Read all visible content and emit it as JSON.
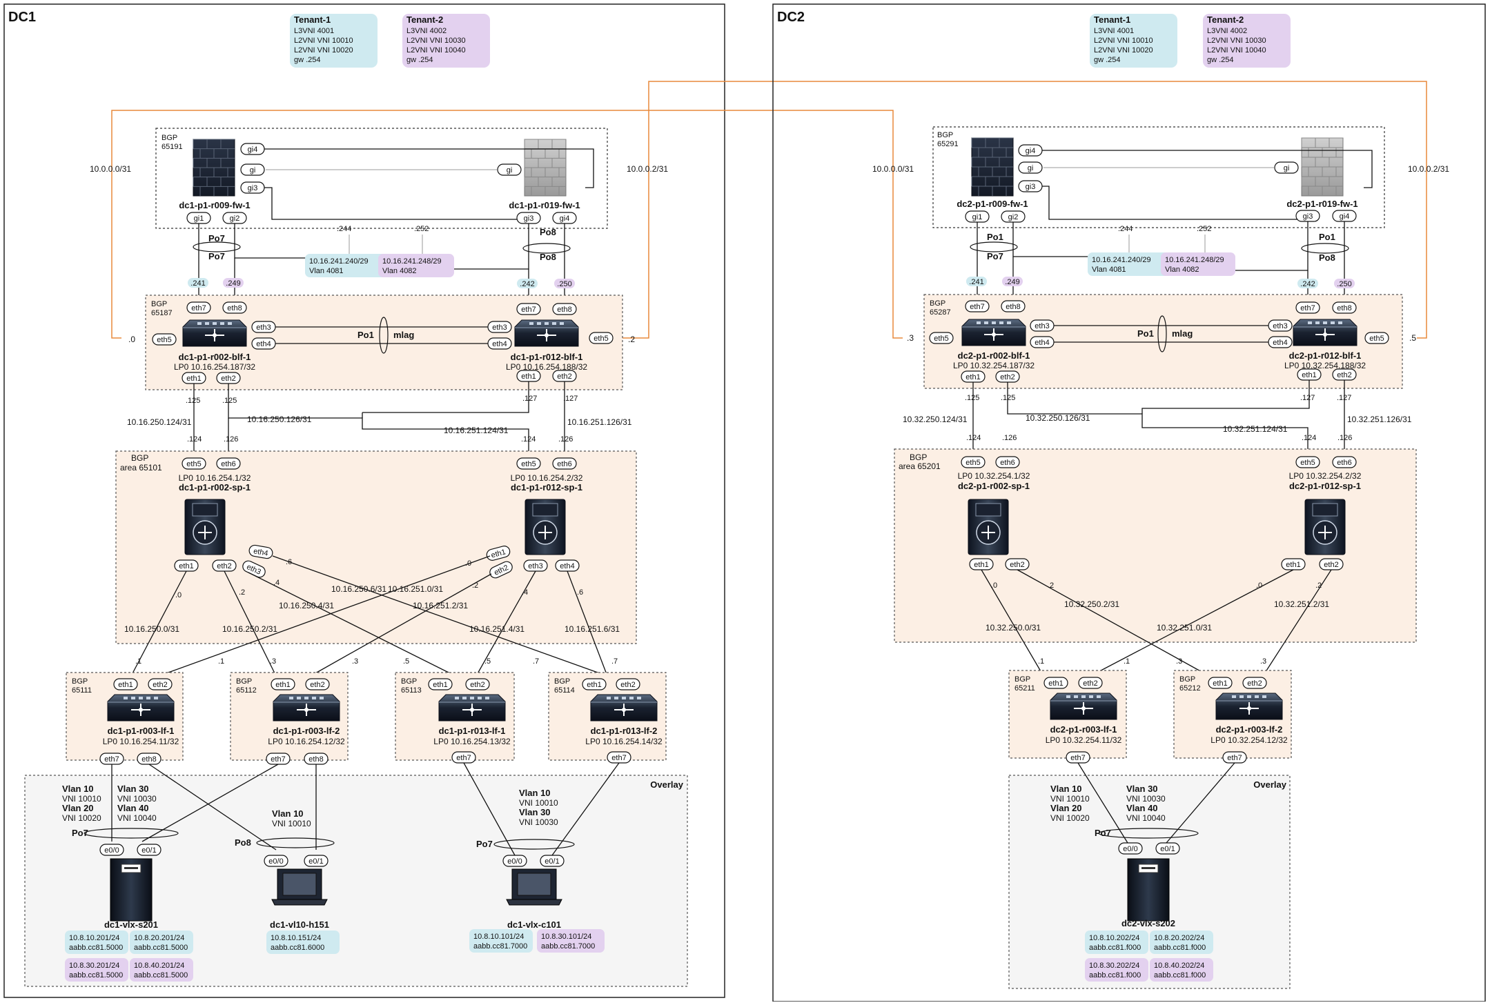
{
  "dc1": {
    "title": "DC1",
    "tenants": [
      {
        "name": "Tenant-1",
        "lines": [
          "L3VNI 4001",
          "L2VNI VNI 10010",
          "L2VNI VNI 10020",
          "gw .254"
        ]
      },
      {
        "name": "Tenant-2",
        "lines": [
          "L3VNI 4002",
          "L2VNI VNI 10030",
          "L2VNI VNI 10040",
          "gw .254"
        ]
      }
    ],
    "fw_bgp": "BGP",
    "fw_asn": "65191",
    "fw1": {
      "name": "dc1-p1-r009-fw-1",
      "ports": [
        "gi4",
        "gi",
        "gi3",
        "gi1",
        "gi2"
      ]
    },
    "fw2": {
      "name": "dc1-p1-r019-fw-1",
      "ports": [
        "gi",
        "gi3",
        "gi4"
      ]
    },
    "po_left": "Po7",
    "po_left2": "Po7",
    "po_right": "Po8",
    "po_right2": "Po8",
    "vip1": ".244",
    "vip2": ".252",
    "subnet1": "10.16.241.240/29",
    "vlan1": "Vlan 4081",
    "subnet2": "10.16.241.248/29",
    "vlan2": "Vlan 4082",
    "ip241": ".241",
    "ip249": ".249",
    "ip242": ".242",
    "ip250": ".250",
    "wan_left": "10.0.0.0/31",
    "wan_right": "10.0.0.2/31",
    "blf_bgp": "BGP",
    "blf_asn": "65187",
    "blf1": {
      "name": "dc1-p1-r002-blf-1",
      "lp": "LP0 10.16.254.187/32",
      "ip": ".0"
    },
    "blf2": {
      "name": "dc1-p1-r012-blf-1",
      "lp": "LP0 10.16.254.188/32",
      "ip": ".2"
    },
    "mlag_po": "Po1",
    "mlag": "mlag",
    "blf_links": [
      ".125",
      ".125",
      ".127",
      ".127"
    ],
    "blf_subnets": [
      "10.16.250.124/31",
      "10.16.250.126/31",
      "10.16.251.124/31",
      "10.16.251.126/31"
    ],
    "sp_ips": [
      ".124",
      ".126",
      ".124",
      ".126"
    ],
    "sp_bgp": "BGP",
    "sp_area": "area 65101",
    "sp1": {
      "name": "dc1-p1-r002-sp-1",
      "lp": "LP0 10.16.254.1/32"
    },
    "sp2": {
      "name": "dc1-p1-r012-sp-1",
      "lp": "LP0 10.16.254.2/32"
    },
    "fabric_ips": [
      ".0",
      ".2",
      ".6",
      ".4",
      ".0",
      ".2",
      ".4",
      ".6"
    ],
    "fabric_subnets": [
      "10.16.250.0/31",
      "10.16.250.2/31",
      "10.16.250.6/31",
      "10.16.250.4/31",
      "10.16.251.0/31",
      "10.16.251.2/31",
      "10.16.251.4/31",
      "10.16.251.6/31"
    ],
    "leaf_ips": [
      ".1",
      ".1",
      ".3",
      ".3",
      ".5",
      ".5",
      ".7",
      ".7"
    ],
    "leaves": [
      {
        "bgp": "BGP",
        "asn": "65111",
        "name": "dc1-p1-r003-lf-1",
        "lp": "LP0 10.16.254.11/32"
      },
      {
        "bgp": "BGP",
        "asn": "65112",
        "name": "dc1-p1-r003-lf-2",
        "lp": "LP0 10.16.254.12/32"
      },
      {
        "bgp": "BGP",
        "asn": "65113",
        "name": "dc1-p1-r013-lf-1",
        "lp": "LP0 10.16.254.13/32"
      },
      {
        "bgp": "BGP",
        "asn": "65114",
        "name": "dc1-p1-r013-lf-2",
        "lp": "LP0 10.16.254.14/32"
      }
    ],
    "overlay": "Overlay",
    "host1": {
      "name": "dc1-vlx-s201",
      "po": "Po7",
      "vlans_l": [
        "Vlan 10",
        "VNI 10010",
        "Vlan 20",
        "VNI 10020"
      ],
      "vlans_r": [
        "Vlan 30",
        "VNI 10030",
        "Vlan 40",
        "VNI 10040"
      ],
      "addr": [
        [
          "10.8.10.201/24",
          "aabb.cc81.5000"
        ],
        [
          "10.8.20.201/24",
          "aabb.cc81.5000"
        ],
        [
          "10.8.30.201/24",
          "aabb.cc81.5000"
        ],
        [
          "10.8.40.201/24",
          "aabb.cc81.5000"
        ]
      ]
    },
    "host2": {
      "name": "dc1-vl10-h151",
      "po": "Po8",
      "vlans": [
        "Vlan 10",
        "VNI 10010"
      ],
      "addr": [
        [
          "10.8.10.151/24",
          "aabb.cc81.6000"
        ]
      ]
    },
    "host3": {
      "name": "dc1-vlx-c101",
      "po": "Po7",
      "vlans": [
        "Vlan 10",
        "VNI 10010",
        "Vlan 30",
        "VNI 10030"
      ],
      "addr": [
        [
          "10.8.10.101/24",
          "aabb.cc81.7000"
        ],
        [
          "10.8.30.101/24",
          "aabb.cc81.7000"
        ]
      ]
    }
  },
  "dc2": {
    "title": "DC2",
    "tenants": [
      {
        "name": "Tenant-1",
        "lines": [
          "L3VNI 4001",
          "L2VNI VNI 10010",
          "L2VNI VNI 10020",
          "gw .254"
        ]
      },
      {
        "name": "Tenant-2",
        "lines": [
          "L3VNI 4002",
          "L2VNI VNI 10030",
          "L2VNI VNI 10040",
          "gw .254"
        ]
      }
    ],
    "fw_bgp": "BGP",
    "fw_asn": "65291",
    "fw1": {
      "name": "dc2-p1-r009-fw-1",
      "ports": [
        "gi4",
        "gi",
        "gi3",
        "gi1",
        "gi2"
      ]
    },
    "fw2": {
      "name": "dc2-p1-r019-fw-1",
      "ports": [
        "gi",
        "gi3",
        "gi4"
      ]
    },
    "po_left": "Po1",
    "po_left2": "Po7",
    "po_right": "Po1",
    "po_right2": "Po8",
    "vip1": ".244",
    "vip2": ".252",
    "subnet1": "10.16.241.240/29",
    "vlan1": "Vlan 4081",
    "subnet2": "10.16.241.248/29",
    "vlan2": "Vlan 4082",
    "ip241": ".241",
    "ip249": ".249",
    "ip242": ".242",
    "ip250": ".250",
    "wan_left": "10.0.0.0/31",
    "wan_right": "10.0.0.2/31",
    "blf_bgp": "BGP",
    "blf_asn": "65287",
    "blf1": {
      "name": "dc2-p1-r002-blf-1",
      "lp": "LP0 10.32.254.187/32",
      "ip": ".3"
    },
    "blf2": {
      "name": "dc2-p1-r012-blf-1",
      "lp": "LP0 10.32.254.188/32",
      "ip": ".5"
    },
    "mlag_po": "Po1",
    "mlag": "mlag",
    "blf_links": [
      ".125",
      ".125",
      ".127",
      ".127"
    ],
    "blf_subnets": [
      "10.32.250.124/31",
      "10.32.250.126/31",
      "10.32.251.124/31",
      "10.32.251.126/31"
    ],
    "sp_ips": [
      ".124",
      ".126",
      ".124",
      ".126"
    ],
    "sp_bgp": "BGP",
    "sp_area": "area 65201",
    "sp1": {
      "name": "dc2-p1-r002-sp-1",
      "lp": "LP0 10.32.254.1/32"
    },
    "sp2": {
      "name": "dc2-p1-r012-sp-1",
      "lp": "LP0 10.32.254.2/32"
    },
    "fabric_ips": [
      ".0",
      ".2",
      ".0",
      ".2"
    ],
    "fabric_subnets": [
      "10.32.250.0/31",
      "10.32.250.2/31",
      "10.32.251.0/31",
      "10.32.251.2/31"
    ],
    "leaf_ips": [
      ".1",
      ".1",
      ".3",
      ".3"
    ],
    "leaves": [
      {
        "bgp": "BGP",
        "asn": "65211",
        "name": "dc2-p1-r003-lf-1",
        "lp": "LP0 10.32.254.11/32"
      },
      {
        "bgp": "BGP",
        "asn": "65212",
        "name": "dc2-p1-r003-lf-2",
        "lp": "LP0 10.32.254.12/32"
      }
    ],
    "overlay": "Overlay",
    "host1": {
      "name": "dc2-vlx-s202",
      "po": "Po7",
      "vlans_l": [
        "Vlan 10",
        "VNI 10010",
        "Vlan 20",
        "VNI 10020"
      ],
      "vlans_r": [
        "Vlan 30",
        "VNI 10030",
        "Vlan 40",
        "VNI 10040"
      ],
      "addr": [
        [
          "10.8.10.202/24",
          "aabb.cc81.f000"
        ],
        [
          "10.8.20.202/24",
          "aabb.cc81.f000"
        ],
        [
          "10.8.30.202/24",
          "aabb.cc81.f000"
        ],
        [
          "10.8.40.202/24",
          "aabb.cc81.f000"
        ]
      ]
    }
  }
}
